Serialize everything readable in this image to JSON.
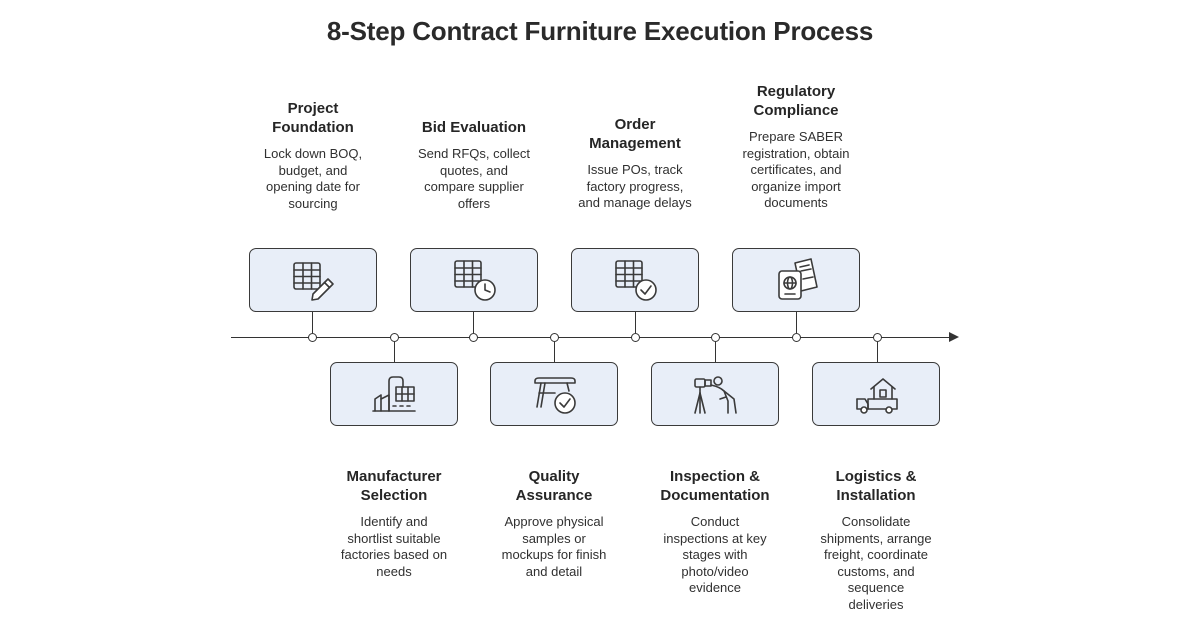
{
  "title": "8-Step Contract Furniture Execution Process",
  "steps": [
    {
      "heading": "Project\nFoundation",
      "description": "Lock down BOQ,\nbudget, and\nopening date for\nsourcing",
      "icon": "table-pencil-icon"
    },
    {
      "heading": "Manufacturer\nSelection",
      "description": "Identify and\nshortlist suitable\nfactories based on\nneeds",
      "icon": "factory-icon"
    },
    {
      "heading": "Bid Evaluation",
      "description": "Send RFQs, collect\nquotes, and\ncompare supplier\noffers",
      "icon": "table-clock-icon"
    },
    {
      "heading": "Quality\nAssurance",
      "description": "Approve physical\nsamples or\nmockups for finish\nand detail",
      "icon": "table-check-icon"
    },
    {
      "heading": "Order\nManagement",
      "description": "Issue POs, track\nfactory progress,\nand manage delays",
      "icon": "spreadsheet-check-icon"
    },
    {
      "heading": "Inspection &\nDocumentation",
      "description": "Conduct\ninspections at key\nstages with\nphoto/video\nevidence",
      "icon": "person-camera-icon"
    },
    {
      "heading": "Regulatory\nCompliance",
      "description": "Prepare SABER\nregistration, obtain\ncertificates, and\norganize import\ndocuments",
      "icon": "passport-ticket-icon"
    },
    {
      "heading": "Logistics &\nInstallation",
      "description": "Consolidate\nshipments, arrange\nfreight, coordinate\ncustoms, and\nsequence\ndeliveries",
      "icon": "truck-house-icon"
    }
  ]
}
